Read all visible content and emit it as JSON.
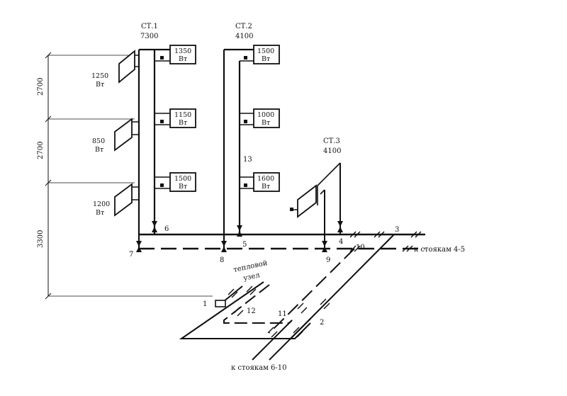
{
  "risers": [
    {
      "name": "СТ.1",
      "load": "7300"
    },
    {
      "name": "СТ.2",
      "load": "4100"
    },
    {
      "name": "СТ.3",
      "load": "4100"
    }
  ],
  "radiators": {
    "st1_right": [
      {
        "value": "1350",
        "unit": "Вт"
      },
      {
        "value": "1150",
        "unit": "Вт"
      },
      {
        "value": "1500",
        "unit": "Вт"
      }
    ],
    "st1_left": [
      {
        "value": "1250",
        "unit": "Вт"
      },
      {
        "value": "850",
        "unit": "Вт"
      },
      {
        "value": "1200",
        "unit": "Вт"
      }
    ],
    "st2": [
      {
        "value": "1500",
        "unit": "Вт"
      },
      {
        "value": "1000",
        "unit": "Вт"
      },
      {
        "value": "1600",
        "unit": "Вт"
      }
    ]
  },
  "dimensions": [
    "2700",
    "2700",
    "3300"
  ],
  "nodes": [
    "1",
    "2",
    "3",
    "4",
    "5",
    "6",
    "7",
    "8",
    "9",
    "10",
    "11",
    "12",
    "13"
  ],
  "labels": {
    "to_risers_4_5": "к стоякам 4-5",
    "to_risers_6_10": "к стоякам 6-10",
    "heat_unit_line1": "тепловой",
    "heat_unit_line2": "узел"
  }
}
